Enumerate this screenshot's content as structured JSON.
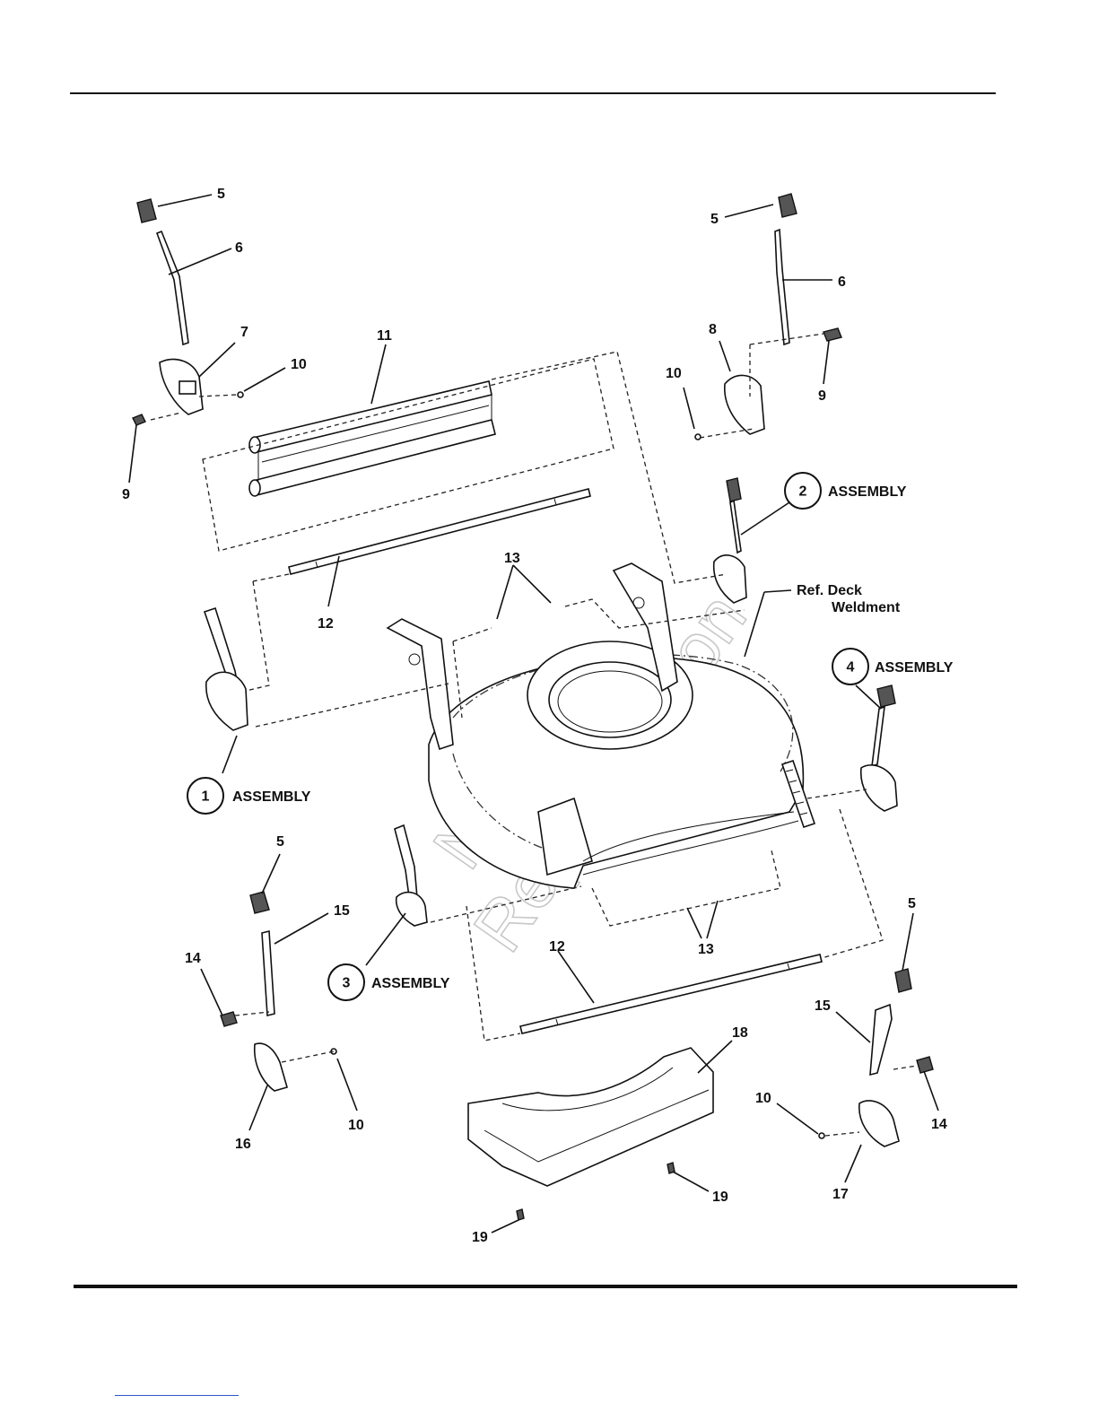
{
  "callouts": {
    "c5a": "5",
    "c6a": "6",
    "c7": "7",
    "c10a": "10",
    "c9a": "9",
    "c11": "11",
    "c5b": "5",
    "c6b": "6",
    "c8": "8",
    "c10b": "10",
    "c9b": "9",
    "c12a": "12",
    "c13a": "13",
    "c5c": "5",
    "c15a": "15",
    "c14a": "14",
    "c16": "16",
    "c10c": "10",
    "c13b": "13",
    "c12b": "12",
    "c18": "18",
    "c5d": "5",
    "c15b": "15",
    "c14b": "14",
    "c10d": "10",
    "c17": "17",
    "c19a": "19",
    "c19b": "19"
  },
  "assemblies": [
    {
      "number": "1",
      "label": "ASSEMBLY"
    },
    {
      "number": "2",
      "label": "ASSEMBLY"
    },
    {
      "number": "3",
      "label": "ASSEMBLY"
    },
    {
      "number": "4",
      "label": "ASSEMBLY"
    }
  ],
  "reference": {
    "line1": "Ref. Deck",
    "line2": "Weldment"
  },
  "watermark": {
    "line1": "Not for",
    "line2": "Reproduction"
  }
}
